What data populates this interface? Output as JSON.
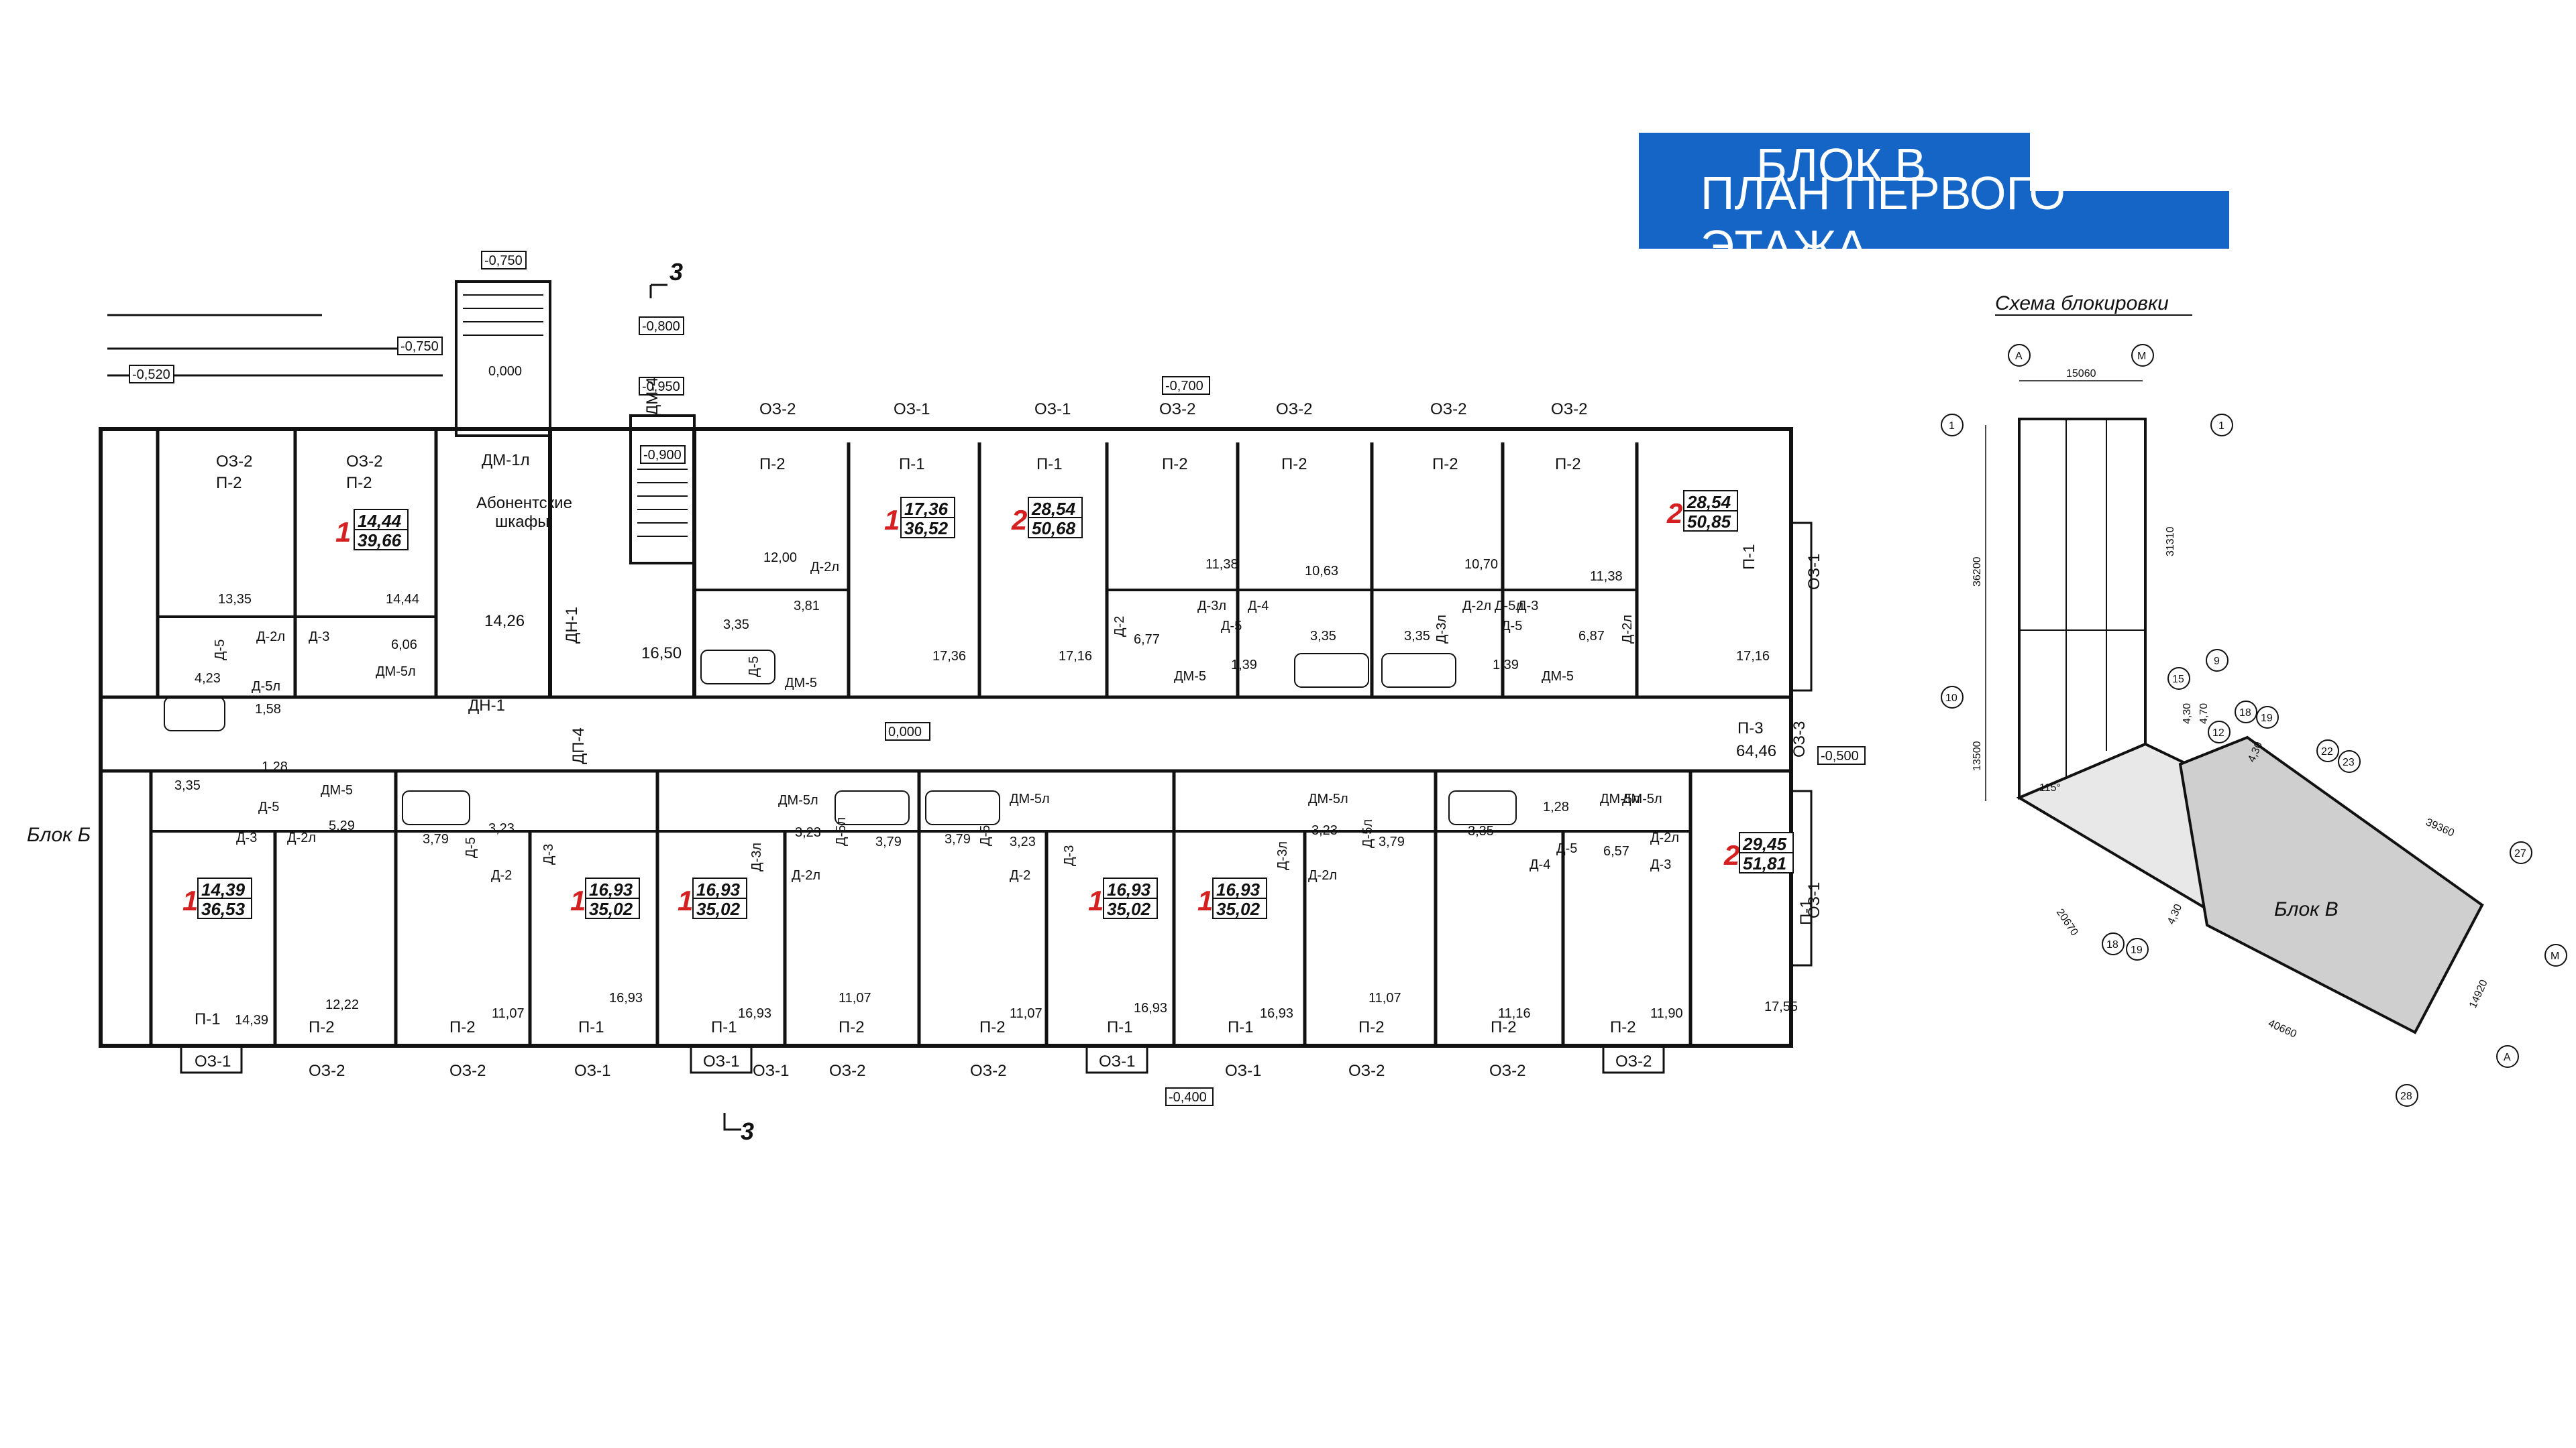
{
  "header": {
    "line1": "БЛОК В",
    "line2": "ПЛАН ПЕРВОГО ЭТАЖА",
    "accent_color": "#1565c6"
  },
  "scheme": {
    "title": "Схема блокировки",
    "block_label": "Блок В",
    "dims": [
      "15060",
      "36200",
      "13500",
      "31310",
      "39360",
      "40660",
      "20670",
      "14920",
      "4,30",
      "4,30",
      "4,30",
      "4,70",
      "115°"
    ],
    "axes": [
      "A",
      "M",
      "1",
      "1",
      "10",
      "9",
      "15",
      "12",
      "18",
      "19",
      "22",
      "23",
      "27",
      "M",
      "A",
      "28",
      "18",
      "19"
    ]
  },
  "elevations": {
    "stair": "-0,750",
    "ramp": "-0,750",
    "terrace": "-0,520",
    "entry": "0,000",
    "top_mid": "-0,700",
    "upper_a": "-0,800",
    "upper_b": "-0,950",
    "lift": "-0,900",
    "corridor": "0,000",
    "bottom": "-0,400",
    "right": "-0,500"
  },
  "sections": {
    "top_label": "3",
    "bottom_label": "3"
  },
  "neighbour_block": "Блок Б",
  "windows_top": [
    "ОЗ-2",
    "ОЗ-1",
    "ОЗ-1",
    "ОЗ-2",
    "ОЗ-2",
    "ОЗ-2",
    "ОЗ-2"
  ],
  "windows_bottom": [
    "ОЗ-1",
    "ОЗ-2",
    "ОЗ-2",
    "ОЗ-1",
    "ОЗ-1",
    "ОЗ-2",
    "ОЗ-2",
    "ОЗ-1",
    "ОЗ-1",
    "ОЗ-2",
    "ОЗ-2",
    "ОЗ-1",
    "ОЗ-2"
  ],
  "windows_left_top": [
    "ОЗ-2",
    "ОЗ-2"
  ],
  "windows_right": [
    "ОЗ-1",
    "ОЗ-3",
    "ОЗ-1"
  ],
  "common": {
    "cabinet": "Абонентские шкафы",
    "doors": {
      "dm1l": "ДМ-1л",
      "dm4": "ДМ-4",
      "dn1": "ДН-1",
      "dp4": "ДП-4",
      "dn1b": "ДН-1"
    },
    "areas": {
      "hall": "14,26",
      "stair": "16,50",
      "corridor": "64,46"
    },
    "p3": "П-3"
  },
  "apartments_top": [
    {
      "rooms": "1",
      "living": "14,44",
      "total": "39,66",
      "areas": [
        "13,35",
        "14,44",
        "6,06",
        "4,23",
        "1,58"
      ]
    },
    {
      "rooms": "1",
      "living": "17,36",
      "total": "36,52",
      "areas": [
        "12,00",
        "3,81",
        "3,35",
        "17,36"
      ]
    },
    {
      "rooms": "2",
      "living": "28,54",
      "total": "50,68",
      "areas": [
        "11,38",
        "17,16",
        "6,77",
        "1,39"
      ]
    },
    {
      "rooms": "2",
      "living": "28,54",
      "total": "50,85",
      "areas": [
        "10,63",
        "3,35",
        "10,70",
        "11,38",
        "6,87",
        "3,35",
        "1,39",
        "17,16"
      ]
    }
  ],
  "apartments_bottom": [
    {
      "rooms": "1",
      "living": "14,39",
      "total": "36,53",
      "areas": [
        "3,35",
        "1,28",
        "5,29",
        "14,39",
        "12,22"
      ]
    },
    {
      "rooms": "1",
      "living": "16,93",
      "total": "35,02",
      "areas": [
        "3,79",
        "3,23",
        "11,07",
        "16,93"
      ]
    },
    {
      "rooms": "1",
      "living": "16,93",
      "total": "35,02",
      "areas": [
        "3,23",
        "3,79",
        "16,93",
        "11,07"
      ]
    },
    {
      "rooms": "1",
      "living": "16,93",
      "total": "35,02",
      "areas": [
        "3,79",
        "3,23",
        "11,07",
        "16,93"
      ]
    },
    {
      "rooms": "1",
      "living": "16,93",
      "total": "35,02",
      "areas": [
        "3,23",
        "3,79",
        "16,93",
        "11,07"
      ]
    },
    {
      "rooms": "2",
      "living": "29,45",
      "total": "51,81",
      "areas": [
        "3,35",
        "1,28",
        "6,57",
        "11,16",
        "11,90",
        "17,55"
      ]
    }
  ],
  "door_tags": [
    "Д-2л",
    "Д-3",
    "Д-5",
    "Д-5л",
    "ДМ-5л",
    "Д-2л",
    "Д-5",
    "ДМ-5",
    "Д-2",
    "Д-3л",
    "Д-4",
    "Д-5",
    "ДМ-5",
    "Д-2л",
    "Д-3л",
    "Д-5",
    "Д-5л",
    "Д-3",
    "Д-2л",
    "ДМ-5",
    "Д-5",
    "Д-3",
    "Д-2л",
    "ДМ-5",
    "Д-5",
    "Д-2",
    "Д-3",
    "ДМ-5л",
    "Д-3л",
    "Д-2л",
    "Д-5л",
    "ДМ-5л",
    "Д-5",
    "Д-2",
    "Д-3",
    "ДМ-5л",
    "Д-3л",
    "Д-2л",
    "Д-5л",
    "ДМ-5л",
    "Д-5",
    "Д-4",
    "Д-3",
    "Д-2л",
    "ДМ-5л"
  ],
  "room_marks": {
    "p1": "П-1",
    "p2": "П-2"
  }
}
